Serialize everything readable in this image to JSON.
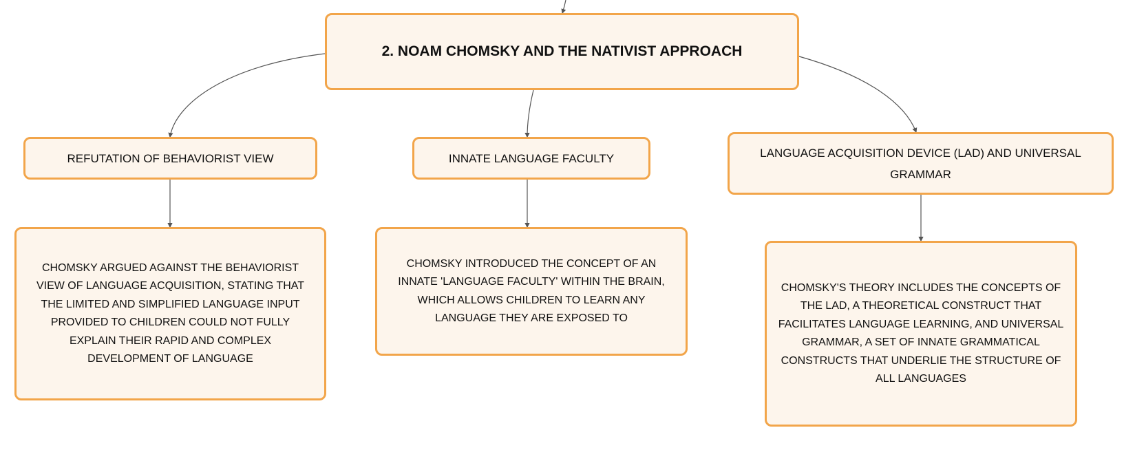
{
  "root": {
    "label": "2. NOAM CHOMSKY AND THE NATIVIST APPROACH"
  },
  "branches": [
    {
      "label": "REFUTATION OF BEHAVIORIST VIEW",
      "detail": "CHOMSKY ARGUED AGAINST THE BEHAVIORIST VIEW OF LANGUAGE ACQUISITION, STATING THAT THE LIMITED AND SIMPLIFIED LANGUAGE INPUT PROVIDED TO CHILDREN COULD NOT FULLY EXPLAIN THEIR RAPID AND COMPLEX DEVELOPMENT OF LANGUAGE"
    },
    {
      "label": "INNATE LANGUAGE FACULTY",
      "detail": "CHOMSKY INTRODUCED THE CONCEPT OF AN INNATE 'LANGUAGE FACULTY' WITHIN THE BRAIN, WHICH ALLOWS CHILDREN TO LEARN ANY LANGUAGE THEY ARE EXPOSED TO"
    },
    {
      "label": "LANGUAGE ACQUISITION DEVICE (LAD) AND UNIVERSAL GRAMMAR",
      "detail": "CHOMSKY'S THEORY INCLUDES THE CONCEPTS OF THE LAD, A THEORETICAL CONSTRUCT THAT FACILITATES LANGUAGE LEARNING, AND UNIVERSAL GRAMMAR, A SET OF INNATE GRAMMATICAL CONSTRUCTS THAT UNDERLIE THE STRUCTURE OF ALL LANGUAGES"
    }
  ],
  "colors": {
    "node_fill": "#fdf5ec",
    "node_border": "#f2a54a",
    "connector": "#555555"
  }
}
